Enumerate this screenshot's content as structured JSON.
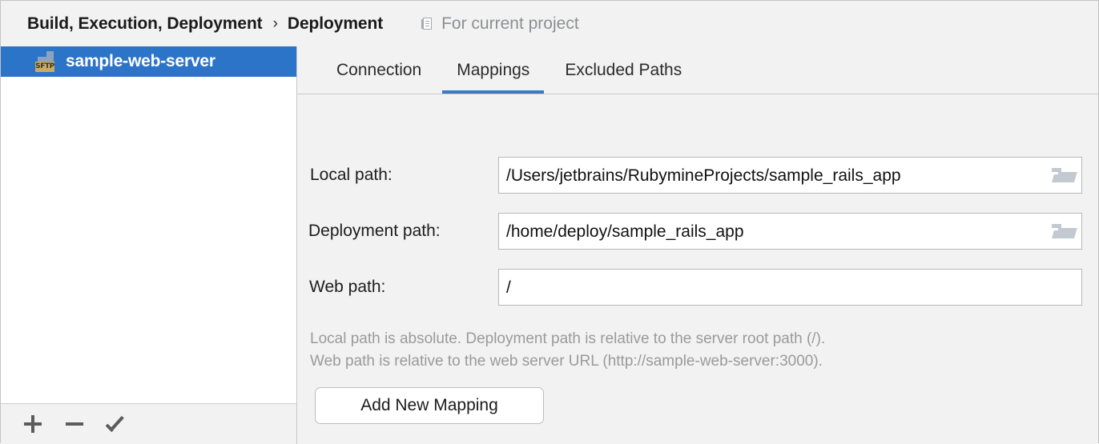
{
  "header": {
    "breadcrumb_root": "Build, Execution, Deployment",
    "breadcrumb_sep": "›",
    "breadcrumb_current": "Deployment",
    "scope_icon": "module-icon",
    "scope_label": "For current project"
  },
  "sidebar": {
    "servers": [
      {
        "name": "sample-web-server",
        "icon": "sftp-icon",
        "badge": "SFTP",
        "selected": true
      }
    ],
    "toolbar": {
      "add_label": "+",
      "remove_label": "−",
      "default_label": "✓"
    }
  },
  "content": {
    "tabs": [
      {
        "label": "Connection",
        "active": false
      },
      {
        "label": "Mappings",
        "active": true
      },
      {
        "label": "Excluded Paths",
        "active": false
      }
    ],
    "fields": [
      {
        "label": "Local path:",
        "value": "/Users/jetbrains/RubymineProjects/sample_rails_app",
        "has_browse": true
      },
      {
        "label": "Deployment path:",
        "value": "/home/deploy/sample_rails_app",
        "has_browse": true
      },
      {
        "label": "Web path:",
        "value": "/",
        "has_browse": false
      }
    ],
    "hint_line1": "Local path is absolute. Deployment path is relative to the server root path (/).",
    "hint_line2": "Web path is relative to the web server URL (http://sample-web-server:3000).",
    "add_mapping_label": "Add New Mapping"
  },
  "colors": {
    "selection_blue": "#2c74c7",
    "tab_underline": "#3b79c4",
    "panel_bg": "#f2f2f2",
    "list_bg": "#ffffff",
    "hint_text": "#9a9a9a",
    "sftp_badge": "#c9ab68"
  }
}
